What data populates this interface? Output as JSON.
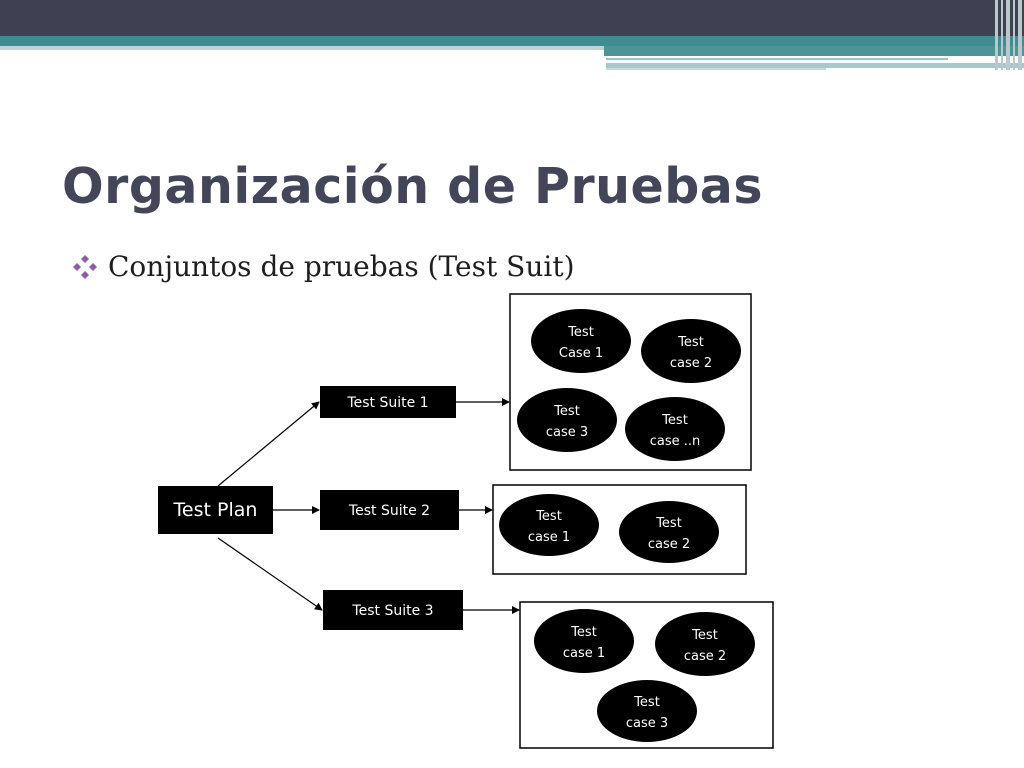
{
  "slide": {
    "title": "Organización de Pruebas",
    "bullet": "Conjuntos de pruebas (Test Suit)"
  },
  "colors": {
    "header_dark": "#3f4152",
    "header_teal": "#3f8d92",
    "title_text": "#434659",
    "bullet_icon": "#8e5ba6",
    "node_fill": "#000000"
  },
  "diagram": {
    "plan": {
      "label": "Test Plan"
    },
    "suites": [
      {
        "label": "Test Suite 1",
        "cases": [
          {
            "line1": "Test",
            "line2": "Case 1"
          },
          {
            "line1": "Test",
            "line2": "case 2"
          },
          {
            "line1": "Test",
            "line2": "case 3"
          },
          {
            "line1": "Test",
            "line2": "case ..n"
          }
        ]
      },
      {
        "label": "Test Suite 2",
        "cases": [
          {
            "line1": "Test",
            "line2": "case 1"
          },
          {
            "line1": "Test",
            "line2": "case 2"
          }
        ]
      },
      {
        "label": "Test Suite 3",
        "cases": [
          {
            "line1": "Test",
            "line2": "case 1"
          },
          {
            "line1": "Test",
            "line2": "case 2"
          },
          {
            "line1": "Test",
            "line2": "case 3"
          }
        ]
      }
    ]
  }
}
